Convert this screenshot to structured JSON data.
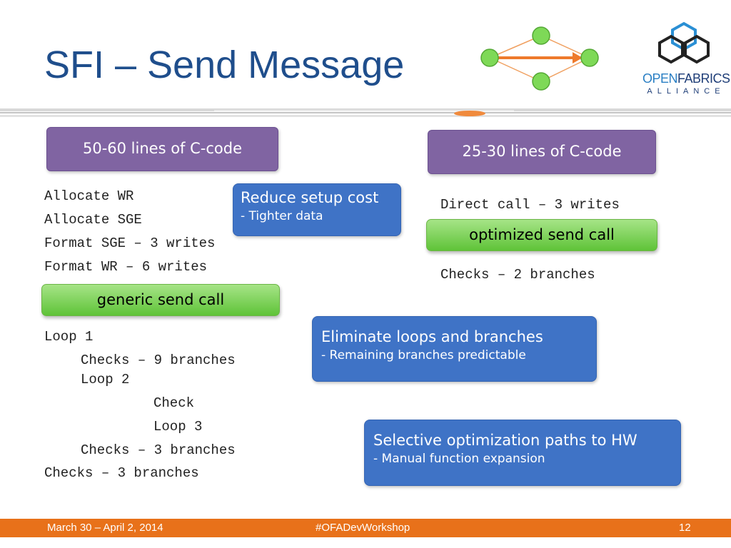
{
  "slide": {
    "title": "SFI – Send Message",
    "logo": {
      "line1_a": "OPEN",
      "line1_b": "FABRICS",
      "line2": "ALLIANCE"
    },
    "colors": {
      "title": "#1f4e8c",
      "accent_orange": "#e8711a",
      "purple_box": "#8064a2",
      "blue_box": "#3f73c6",
      "green_box": "#6cc644"
    }
  },
  "left": {
    "header": "50-60 lines of C-code",
    "code_lines": [
      "Allocate WR",
      "Allocate SGE",
      "Format SGE – 3 writes",
      "Format WR – 6 writes"
    ],
    "call_label": "generic send call",
    "loop_lines": [
      {
        "text": "Loop 1",
        "indent": 0
      },
      {
        "text": "Checks – 9 branches",
        "indent": 1
      },
      {
        "text": "Loop 2",
        "indent": 1
      },
      {
        "text": "Check",
        "indent": 2
      },
      {
        "text": "Loop 3",
        "indent": 2
      },
      {
        "text": "Checks – 3 branches",
        "indent": 1
      },
      {
        "text": "Checks – 3 branches",
        "indent": 0
      }
    ]
  },
  "right": {
    "header": "25-30 lines of C-code",
    "direct_call": "Direct call – 3 writes",
    "call_label": "optimized send call",
    "checks": "Checks – 2 branches"
  },
  "callouts": [
    {
      "title": "Reduce setup cost",
      "sub": "-  Tighter data"
    },
    {
      "title": "Eliminate loops and branches",
      "sub": "-  Remaining branches predictable"
    },
    {
      "title": "Selective optimization paths to HW",
      "sub": "-  Manual function expansion"
    }
  ],
  "footer": {
    "date": "March 30 – April 2, 2014",
    "hashtag": "#OFADevWorkshop",
    "page_number": "12"
  }
}
